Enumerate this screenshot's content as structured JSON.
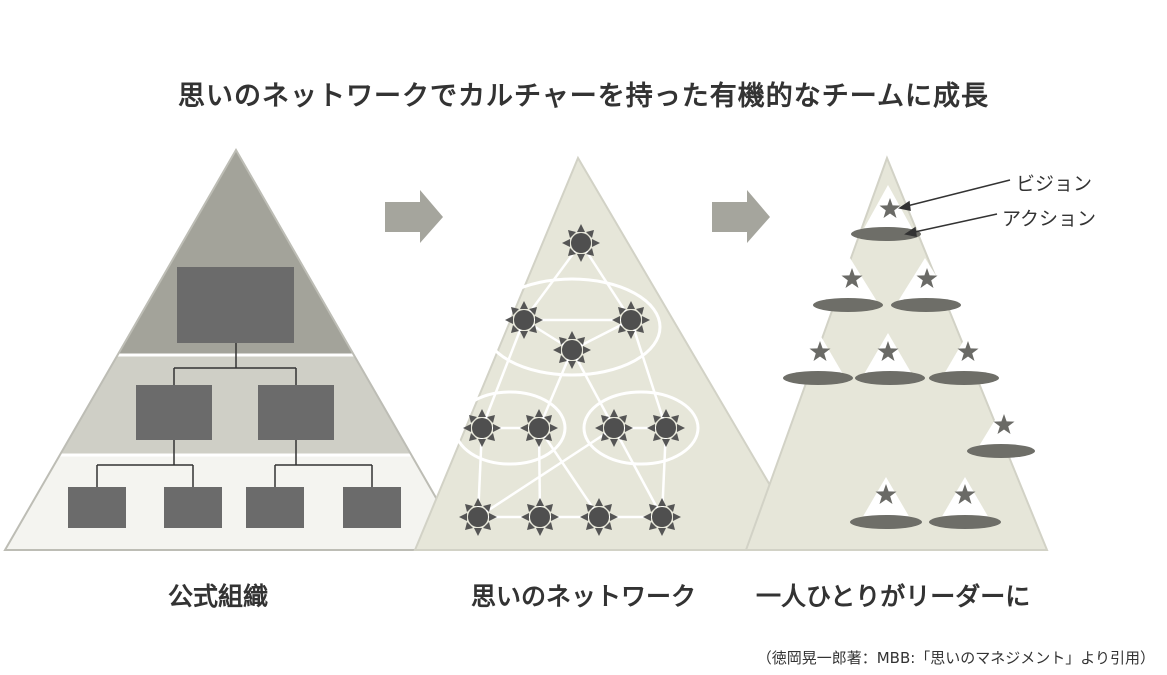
{
  "title": "思いのネットワークでカルチャーを持った有機的なチームに成長",
  "labels": {
    "formal_org": "公式組織",
    "network": "思いのネットワーク",
    "leaders": "一人ひとりがリーダーに"
  },
  "callouts": {
    "vision": "ビジョン",
    "action": "アクション"
  },
  "source": "（徳岡晃一郎著：MBB:「思いのマネジメント」より引用）",
  "colors": {
    "pyramid_fill": "#e6e6d9",
    "dark_box": "#6b6b6b",
    "top_band": "#a3a39a",
    "mid_band": "#cfcfc6",
    "node": "#4f4f4f",
    "ellipse": "#6e6e68"
  }
}
